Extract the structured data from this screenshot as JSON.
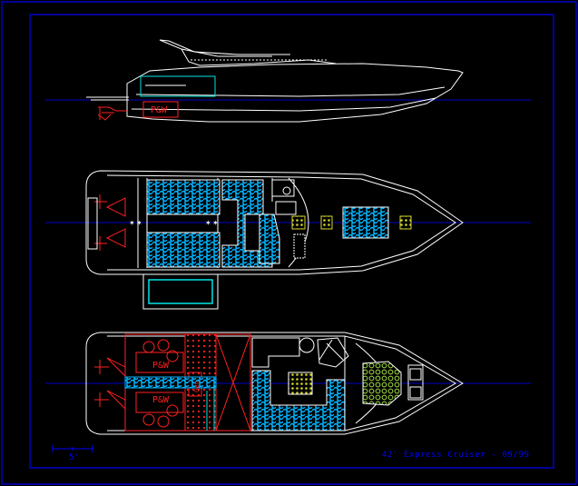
{
  "labels": {
    "pw_profile": "P&W",
    "pw_lower_port": "P&W",
    "pw_lower_stbd": "P&W",
    "gen": "Gen",
    "scale": "5'",
    "title": "42' Express Cruiser - 09/99"
  },
  "colors": {
    "background": "#000000",
    "frame": "#0000ff",
    "outline": "#ffffff",
    "centerline": "#0000c8",
    "cushion": "#00b4ff",
    "engines": "#ff2020",
    "glass": "#00e5e5",
    "accent": "#d4d42a",
    "bed": "#a0e040"
  }
}
